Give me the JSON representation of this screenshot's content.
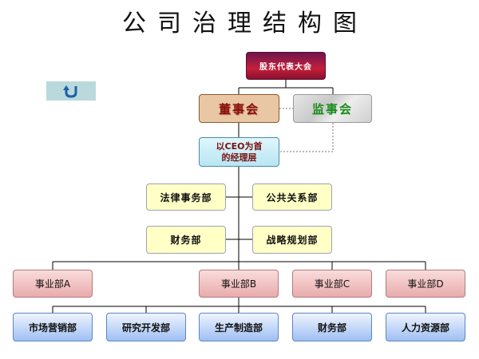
{
  "title": "公司治理结构图",
  "back_button": {
    "icon": "return-arrow-icon"
  },
  "nodes": {
    "shareholders": "股东代表大会",
    "board": "董事会",
    "supervisors": "监事会",
    "management": [
      "以CEO为首",
      "的经理层"
    ],
    "legal": "法律事务部",
    "public_relations": "公共关系部",
    "finance_staff": "财务部",
    "strategy": "战略规划部",
    "divisions": [
      "事业部A",
      "事业部B",
      "事业部C",
      "事业部D"
    ],
    "functions": [
      "市场营销部",
      "研究开发部",
      "生产制造部",
      "财务部",
      "人力资源部"
    ]
  },
  "colors": {
    "shareholders_fill": "#c4203a",
    "board_fill": "#e9c7a4",
    "supervisors_text": "#1a8c1a",
    "management_fill": "#b8e6f2",
    "staff_fill": "#ffffc6",
    "division_fill": "#e9abab",
    "function_fill": "#9fc0f2"
  }
}
